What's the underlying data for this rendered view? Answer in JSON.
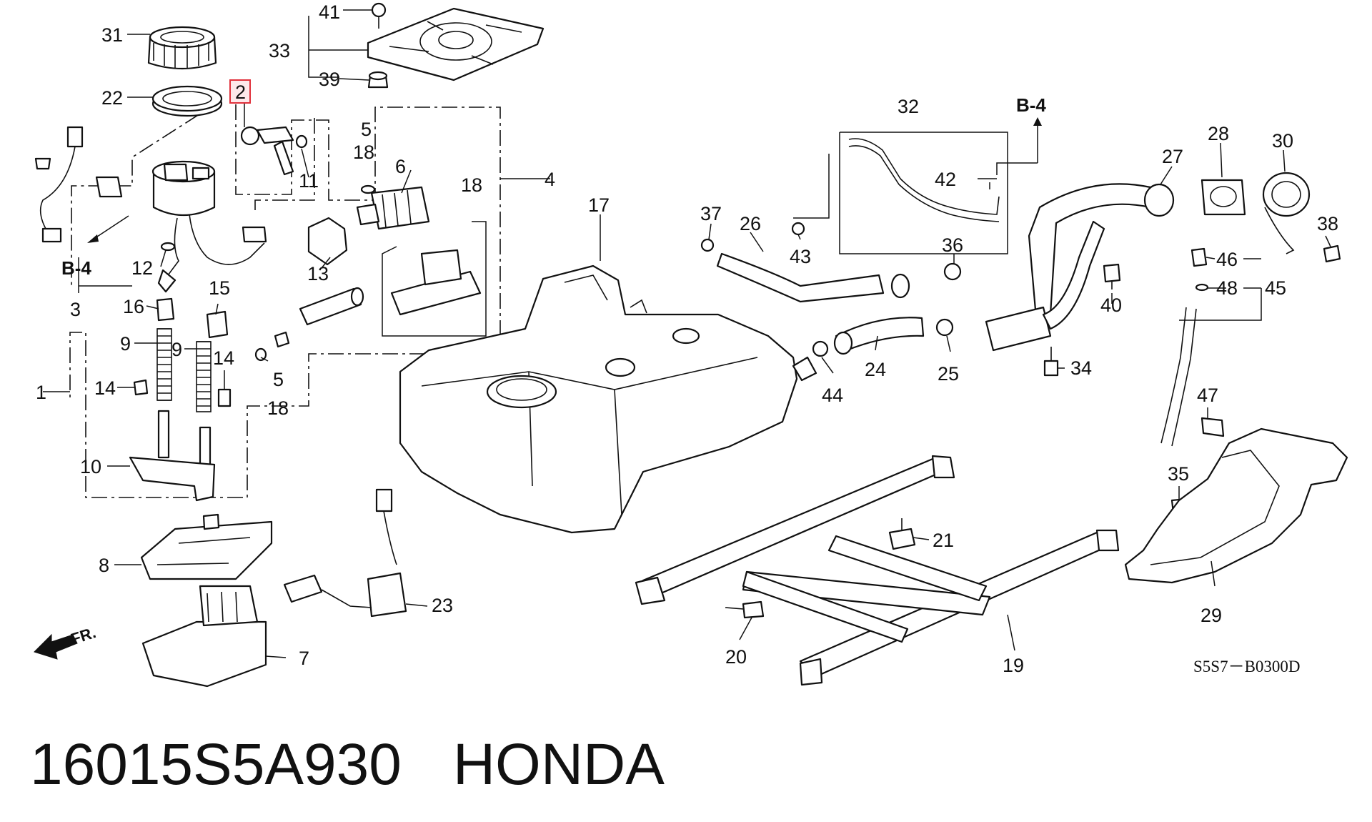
{
  "diagram": {
    "highlight": {
      "callout": "2",
      "color": "#e0303a"
    },
    "callouts": [
      "31",
      "22",
      "2",
      "41",
      "33",
      "39",
      "5",
      "18",
      "6",
      "11",
      "4",
      "18",
      "17",
      "32",
      "42",
      "28",
      "30",
      "27",
      "37",
      "26",
      "43",
      "36",
      "38",
      "46",
      "45",
      "48",
      "40",
      "3",
      "12",
      "13",
      "15",
      "16",
      "9",
      "9",
      "14",
      "14",
      "1",
      "10",
      "5",
      "18",
      "24",
      "25",
      "34",
      "44",
      "47",
      "35",
      "21",
      "29",
      "8",
      "23",
      "20",
      "19",
      "7"
    ],
    "refs": [
      "B-4",
      "B-4"
    ],
    "direction_label": "FR.",
    "diagram_code": "S5S7－B0300D"
  },
  "caption": {
    "part_number": "16015S5A930",
    "brand": "HONDA"
  }
}
